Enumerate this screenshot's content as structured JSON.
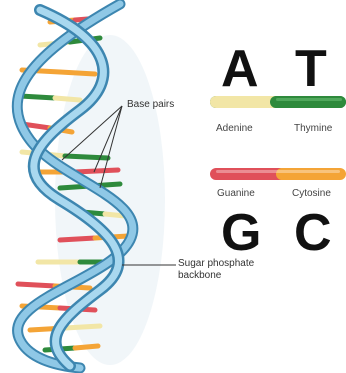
{
  "letters": {
    "a": "A",
    "t": "T",
    "g": "G",
    "c": "C"
  },
  "bases": {
    "adenine": "Adenine",
    "thymine": "Thymine",
    "guanine": "Guanine",
    "cytosine": "Cytosine"
  },
  "callouts": {
    "base_pairs": "Base pairs",
    "backbone_line1": "Sugar phosphate",
    "backbone_line2": "backbone"
  },
  "colors": {
    "adenine": "#f2e6a6",
    "thymine": "#2e8a3c",
    "guanine": "#e0505a",
    "cytosine": "#f4a436",
    "backbone": "#8fc8e6",
    "backbone_shadow": "#3d86b0"
  }
}
